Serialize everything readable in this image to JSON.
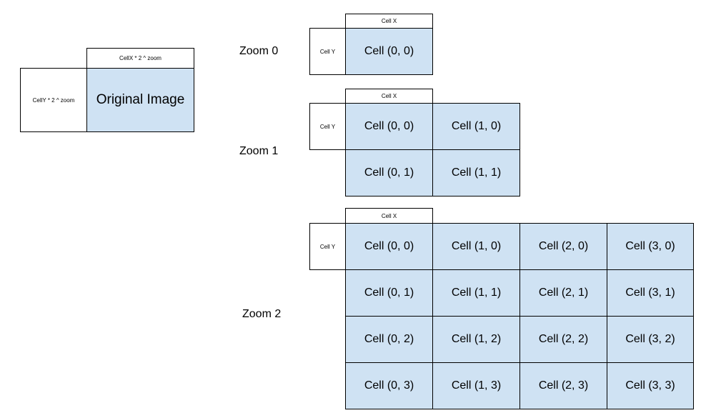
{
  "original": {
    "cellx_label": "CellX * 2 ^ zoom",
    "celly_label": "CellY * 2 ^ zoom",
    "image_label": "Original Image"
  },
  "zooms": [
    {
      "label": "Zoom 0",
      "cellx_label": "Cell X",
      "celly_label": "Cell Y",
      "cells": [
        [
          "Cell (0, 0)"
        ]
      ]
    },
    {
      "label": "Zoom 1",
      "cellx_label": "Cell X",
      "celly_label": "Cell Y",
      "cells": [
        [
          "Cell (0, 0)",
          "Cell (1, 0)"
        ],
        [
          "Cell (0, 1)",
          "Cell (1, 1)"
        ]
      ]
    },
    {
      "label": "Zoom 2",
      "cellx_label": "Cell X",
      "celly_label": "Cell Y",
      "cells": [
        [
          "Cell (0, 0)",
          "Cell (1, 0)",
          "Cell (2, 0)",
          "Cell (3, 0)"
        ],
        [
          "Cell (0, 1)",
          "Cell (1, 1)",
          "Cell (2, 1)",
          "Cell (3, 1)"
        ],
        [
          "Cell (0, 2)",
          "Cell (1, 2)",
          "Cell (2, 2)",
          "Cell (3, 2)"
        ],
        [
          "Cell (0, 3)",
          "Cell (1, 3)",
          "Cell (2, 3)",
          "Cell (3, 3)"
        ]
      ]
    }
  ],
  "colors": {
    "cell_fill": "#cfe2f3",
    "border": "#000000"
  }
}
